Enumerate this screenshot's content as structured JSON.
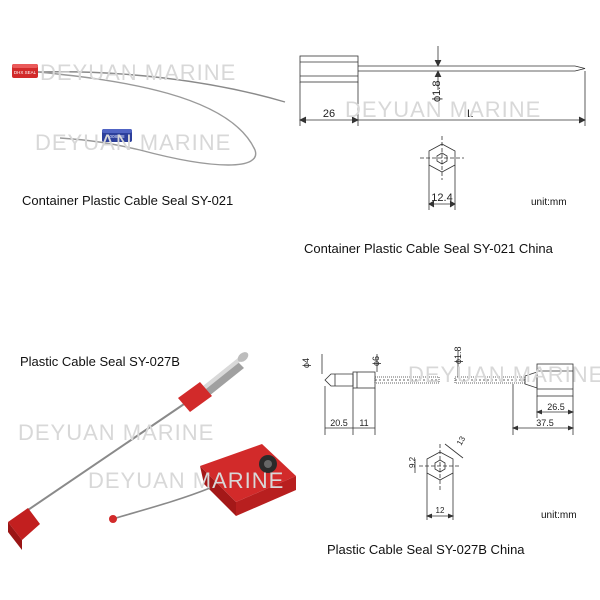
{
  "watermark": "DEYUAN MARINE",
  "colors": {
    "seal_red": "#d22a2a",
    "seal_blue": "#2c3f9b",
    "drawing_line": "#333333",
    "watermark": "#d8d8d8"
  },
  "top": {
    "photo": {
      "caption": "Container Plastic Cable Seal SY-021",
      "red_seal_text": "DHX SEAL",
      "blue_seal_text": "008888"
    },
    "drawing": {
      "caption": "Container Plastic Cable Seal SY-021 China",
      "unit": "unit:mm",
      "dims": {
        "head_length": "26",
        "cable_length": "L",
        "cable_dia": "ϕ1.8",
        "hex_width": "12.4"
      }
    }
  },
  "bottom": {
    "photo": {
      "caption": "Plastic Cable Seal SY-027B"
    },
    "drawing": {
      "caption": "Plastic Cable Seal SY-027B China",
      "unit": "unit:mm",
      "dims": {
        "tip_dia": "ϕ4",
        "sleeve_dia": "ϕ6",
        "cable_dia": "ϕ1.8",
        "tip_length": "20.5",
        "sleeve_length": "11",
        "head_length": "26.5",
        "total_head": "37.5",
        "hex_height": "9.2",
        "hex_diag": "13",
        "hex_width": "12"
      }
    }
  }
}
